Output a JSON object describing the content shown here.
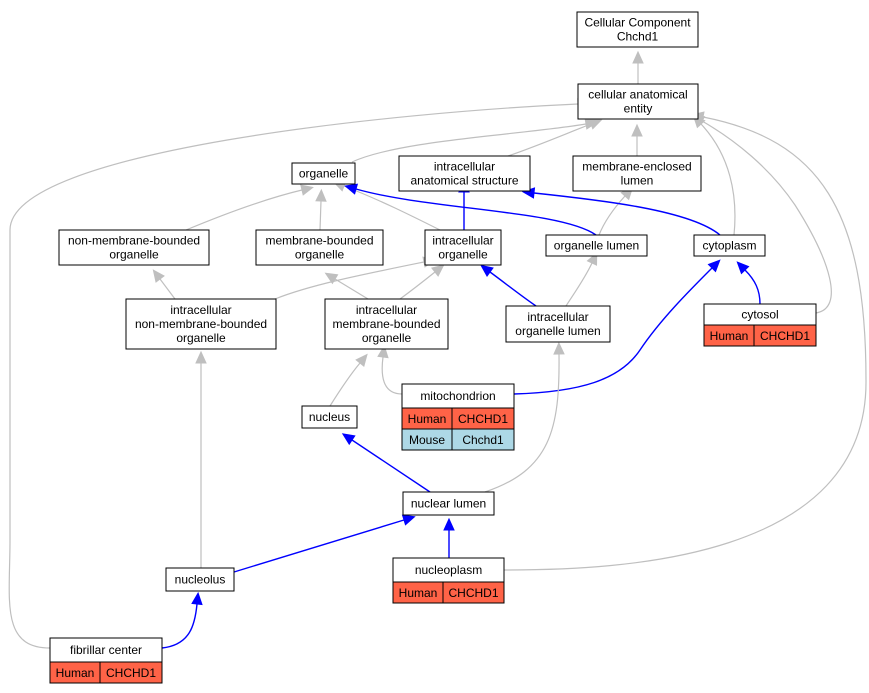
{
  "colors": {
    "gray_edge": "#bfbfbf",
    "blue_edge": "#0000ff",
    "node_fill": "#ffffff",
    "node_stroke": "#000000",
    "human_fill": "#ff6347",
    "mouse_fill": "#add8e6"
  },
  "nodes": [
    {
      "id": "cellular-component-chchd1",
      "lines": [
        "Cellular Component",
        "Chchd1"
      ]
    },
    {
      "id": "cellular-anatomical-entity",
      "lines": [
        "cellular anatomical",
        "entity"
      ]
    },
    {
      "id": "organelle",
      "lines": [
        "organelle"
      ]
    },
    {
      "id": "intracellular-anatomical-structure",
      "lines": [
        "intracellular",
        "anatomical structure"
      ]
    },
    {
      "id": "membrane-enclosed-lumen",
      "lines": [
        "membrane-enclosed",
        "lumen"
      ]
    },
    {
      "id": "non-membrane-bounded-organelle",
      "lines": [
        "non-membrane-bounded",
        "organelle"
      ]
    },
    {
      "id": "membrane-bounded-organelle",
      "lines": [
        "membrane-bounded",
        "organelle"
      ]
    },
    {
      "id": "intracellular-organelle",
      "lines": [
        "intracellular",
        "organelle"
      ]
    },
    {
      "id": "organelle-lumen",
      "lines": [
        "organelle lumen"
      ]
    },
    {
      "id": "cytoplasm",
      "lines": [
        "cytoplasm"
      ]
    },
    {
      "id": "intracellular-non-membrane-bounded-organelle",
      "lines": [
        "intracellular",
        "non-membrane-bounded",
        "organelle"
      ]
    },
    {
      "id": "intracellular-membrane-bounded-organelle",
      "lines": [
        "intracellular",
        "membrane-bounded",
        "organelle"
      ]
    },
    {
      "id": "intracellular-organelle-lumen",
      "lines": [
        "intracellular",
        "organelle lumen"
      ]
    },
    {
      "id": "cytosol",
      "lines": [
        "cytosol"
      ],
      "annotations": [
        {
          "species": "Human",
          "gene": "CHCHD1"
        }
      ]
    },
    {
      "id": "mitochondrion",
      "lines": [
        "mitochondrion"
      ],
      "annotations": [
        {
          "species": "Human",
          "gene": "CHCHD1"
        },
        {
          "species": "Mouse",
          "gene": "Chchd1"
        }
      ]
    },
    {
      "id": "nucleus",
      "lines": [
        "nucleus"
      ]
    },
    {
      "id": "nuclear-lumen",
      "lines": [
        "nuclear lumen"
      ]
    },
    {
      "id": "nucleolus",
      "lines": [
        "nucleolus"
      ]
    },
    {
      "id": "nucleoplasm",
      "lines": [
        "nucleoplasm"
      ],
      "annotations": [
        {
          "species": "Human",
          "gene": "CHCHD1"
        }
      ]
    },
    {
      "id": "fibrillar-center",
      "lines": [
        "fibrillar center"
      ],
      "annotations": [
        {
          "species": "Human",
          "gene": "CHCHD1"
        }
      ]
    }
  ],
  "edges": [
    {
      "from": "cellular-anatomical-entity",
      "to": "cellular-component-chchd1",
      "type": "is_a"
    },
    {
      "from": "organelle",
      "to": "cellular-anatomical-entity",
      "type": "is_a"
    },
    {
      "from": "intracellular-anatomical-structure",
      "to": "cellular-anatomical-entity",
      "type": "is_a"
    },
    {
      "from": "membrane-enclosed-lumen",
      "to": "cellular-anatomical-entity",
      "type": "is_a"
    },
    {
      "from": "cytoplasm",
      "to": "cellular-anatomical-entity",
      "type": "is_a"
    },
    {
      "from": "cytosol",
      "to": "cellular-anatomical-entity",
      "type": "is_a"
    },
    {
      "from": "nucleoplasm",
      "to": "cellular-anatomical-entity",
      "type": "is_a"
    },
    {
      "from": "fibrillar-center",
      "to": "cellular-anatomical-entity",
      "type": "is_a"
    },
    {
      "from": "non-membrane-bounded-organelle",
      "to": "organelle",
      "type": "is_a"
    },
    {
      "from": "membrane-bounded-organelle",
      "to": "organelle",
      "type": "is_a"
    },
    {
      "from": "intracellular-organelle",
      "to": "organelle",
      "type": "is_a"
    },
    {
      "from": "intracellular-organelle",
      "to": "intracellular-anatomical-structure",
      "type": "part_of"
    },
    {
      "from": "organelle-lumen",
      "to": "organelle",
      "type": "part_of"
    },
    {
      "from": "organelle-lumen",
      "to": "membrane-enclosed-lumen",
      "type": "is_a"
    },
    {
      "from": "cytoplasm",
      "to": "intracellular-anatomical-structure",
      "type": "part_of"
    },
    {
      "from": "intracellular-non-membrane-bounded-organelle",
      "to": "non-membrane-bounded-organelle",
      "type": "is_a"
    },
    {
      "from": "intracellular-non-membrane-bounded-organelle",
      "to": "intracellular-organelle",
      "type": "is_a"
    },
    {
      "from": "intracellular-membrane-bounded-organelle",
      "to": "membrane-bounded-organelle",
      "type": "is_a"
    },
    {
      "from": "intracellular-membrane-bounded-organelle",
      "to": "intracellular-organelle",
      "type": "is_a"
    },
    {
      "from": "intracellular-organelle-lumen",
      "to": "intracellular-organelle",
      "type": "part_of"
    },
    {
      "from": "intracellular-organelle-lumen",
      "to": "organelle-lumen",
      "type": "is_a"
    },
    {
      "from": "cytosol",
      "to": "cytoplasm",
      "type": "part_of"
    },
    {
      "from": "mitochondrion",
      "to": "intracellular-membrane-bounded-organelle",
      "type": "is_a"
    },
    {
      "from": "mitochondrion",
      "to": "cytoplasm",
      "type": "part_of"
    },
    {
      "from": "nucleus",
      "to": "intracellular-membrane-bounded-organelle",
      "type": "is_a"
    },
    {
      "from": "nuclear-lumen",
      "to": "nucleus",
      "type": "part_of"
    },
    {
      "from": "nuclear-lumen",
      "to": "intracellular-organelle-lumen",
      "type": "is_a"
    },
    {
      "from": "nucleolus",
      "to": "intracellular-non-membrane-bounded-organelle",
      "type": "is_a"
    },
    {
      "from": "nucleolus",
      "to": "nuclear-lumen",
      "type": "part_of"
    },
    {
      "from": "nucleoplasm",
      "to": "nuclear-lumen",
      "type": "part_of"
    },
    {
      "from": "fibrillar-center",
      "to": "nucleolus",
      "type": "part_of"
    }
  ]
}
